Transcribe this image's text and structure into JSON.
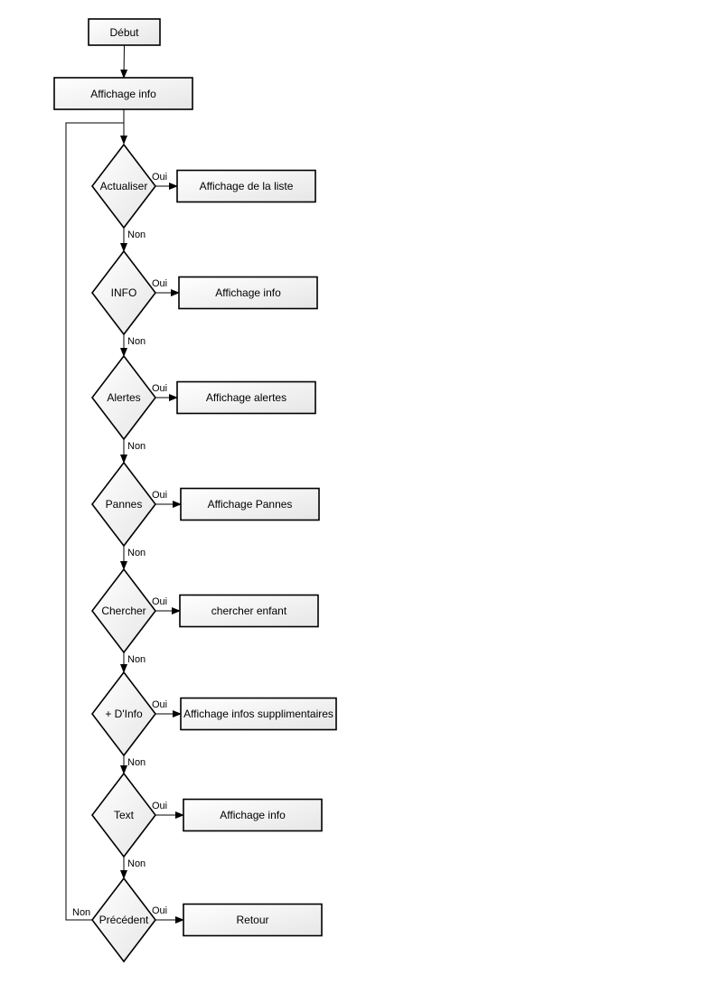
{
  "diagram": {
    "start": "Début",
    "first_process": "Affichage info",
    "yes_label": "Oui",
    "no_label": "Non",
    "decisions": [
      {
        "label": "Actualiser",
        "action": "Affichage de la liste"
      },
      {
        "label": "INFO",
        "action": "Affichage info"
      },
      {
        "label": "Alertes",
        "action": "Affichage alertes"
      },
      {
        "label": "Pannes",
        "action": "Affichage Pannes"
      },
      {
        "label": "Chercher",
        "action": "chercher enfant"
      },
      {
        "label": "+ D'Info",
        "action": "Affichage infos supplimentaires"
      },
      {
        "label": "Text",
        "action": "Affichage info"
      },
      {
        "label": "Précédent",
        "action": "Retour"
      }
    ]
  }
}
